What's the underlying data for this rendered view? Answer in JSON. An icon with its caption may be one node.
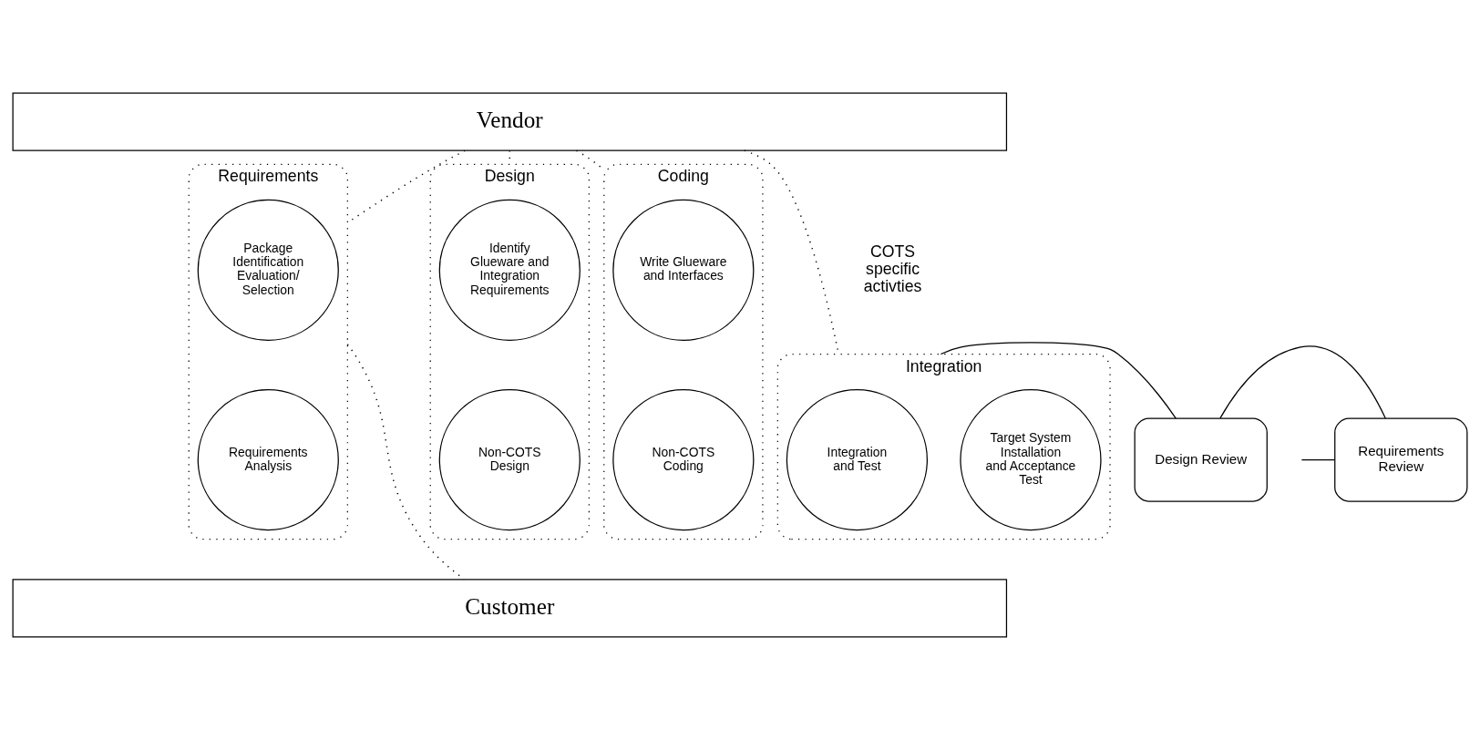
{
  "diagram": {
    "nodes": [
      {
        "text": [
          "Vendor"
        ]
      },
      {
        "text": [
          "Requirements"
        ]
      },
      {
        "text": [
          "Package Identification Evaluation/ Selection"
        ],
        "in": 1
      },
      {
        "text": [
          "Requirements Analysis"
        ],
        "in": 1
      },
      {
        "text": [
          "Requirements Review"
        ]
      },
      {
        "text": [
          "Design"
        ]
      },
      {
        "text": [
          "Identify Glueware and Integration Requirements"
        ],
        "in": 5
      },
      {
        "text": [
          "Non-COTS Design"
        ],
        "in": 5
      },
      {
        "text": [
          "Design Review"
        ]
      },
      {
        "text": [
          "Coding"
        ]
      },
      {
        "text": [
          "Write Glueware and Interfaces"
        ],
        "in": 9
      },
      {
        "text": [
          "Non-COTS Coding"
        ],
        "in": 9
      },
      {
        "text": [
          "Integration"
        ]
      },
      {
        "text": [
          "Integration and Test"
        ],
        "in": 12
      },
      {
        "text": [
          "Target System Installation and Acceptance Test"
        ],
        "in": 12
      },
      {
        "text": [
          "Customer"
        ]
      }
    ],
    "edges": [
      {
        "from": 0,
        "to": 1,
        "arrow": "none",
        "style": "dashed"
      },
      {
        "from": 0,
        "to": 5,
        "arrow": "none",
        "style": "dashed"
      },
      {
        "from": 0,
        "to": 9,
        "arrow": "none",
        "style": "dashed"
      },
      {
        "from": 0,
        "to": 12,
        "arrow": "none",
        "style": "dashed"
      },
      {
        "from": null,
        "to": 4,
        "arrow": "none"
      },
      {
        "from": 4,
        "to": 8,
        "arrow": "none"
      },
      {
        "from": 8,
        "to": 12,
        "arrow": "none"
      },
      {
        "from": 1,
        "to": 15,
        "arrow": "none",
        "style": "dashed"
      }
    ],
    "labels": [
      "COTS specific activties"
    ]
  }
}
